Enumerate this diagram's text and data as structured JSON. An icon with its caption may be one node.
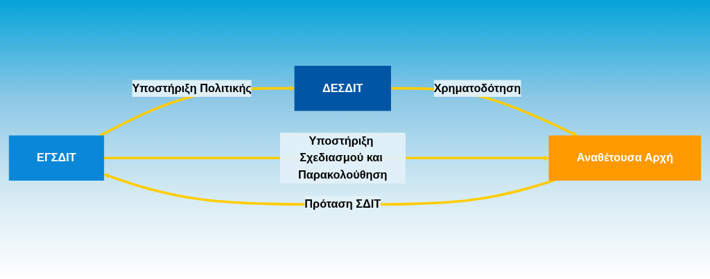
{
  "diagram": {
    "nodes": [
      {
        "text": [
          "ΔΕΣΔΙΤ"
        ]
      },
      {
        "text": [
          "ΕΓΣΔΙΤ"
        ]
      },
      {
        "text": [
          "Αναθέτουσα Αρχή"
        ]
      }
    ],
    "edges": [
      {
        "from": 1,
        "to": 0,
        "arrow": "to",
        "label": "Υποστήριξη Πολιτικής"
      },
      {
        "from": 0,
        "to": 2,
        "arrow": "to",
        "label": "Χρηματοδότηση"
      },
      {
        "from": 2,
        "to": 1,
        "arrow": "to",
        "label": "Πρόταση ΣΔΙΤ"
      },
      {
        "from": 1,
        "to": 2,
        "arrow": "to",
        "label": "Υποστήριξη Σχεδιασμού και Παρακολούθηση"
      }
    ]
  }
}
